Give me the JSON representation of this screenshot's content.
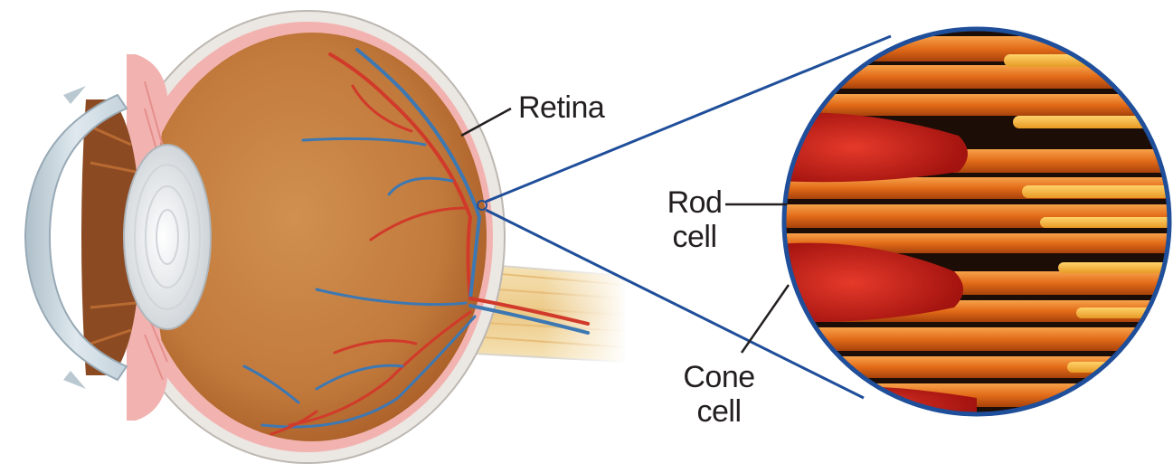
{
  "labels": {
    "retina": "Retina",
    "rod_line1": "Rod",
    "rod_line2": "cell",
    "cone_line1": "Cone",
    "cone_line2": "cell"
  },
  "colors": {
    "eye_fill": "#c98543",
    "eye_inner": "#b96e32",
    "retina_pink": "#f2b3b0",
    "sclera": "#eae6e2",
    "cornea": "#c9d7df",
    "iris": "#8b4a22",
    "lens": "#e8ecef",
    "nerve": "#f1d9a4",
    "artery": "#d13a2a",
    "vein": "#3d78b3",
    "zoom_line": "#1f4e9a",
    "rod_orange": "#e5731f",
    "cone_red": "#c8231d",
    "label_text": "#231f20"
  }
}
